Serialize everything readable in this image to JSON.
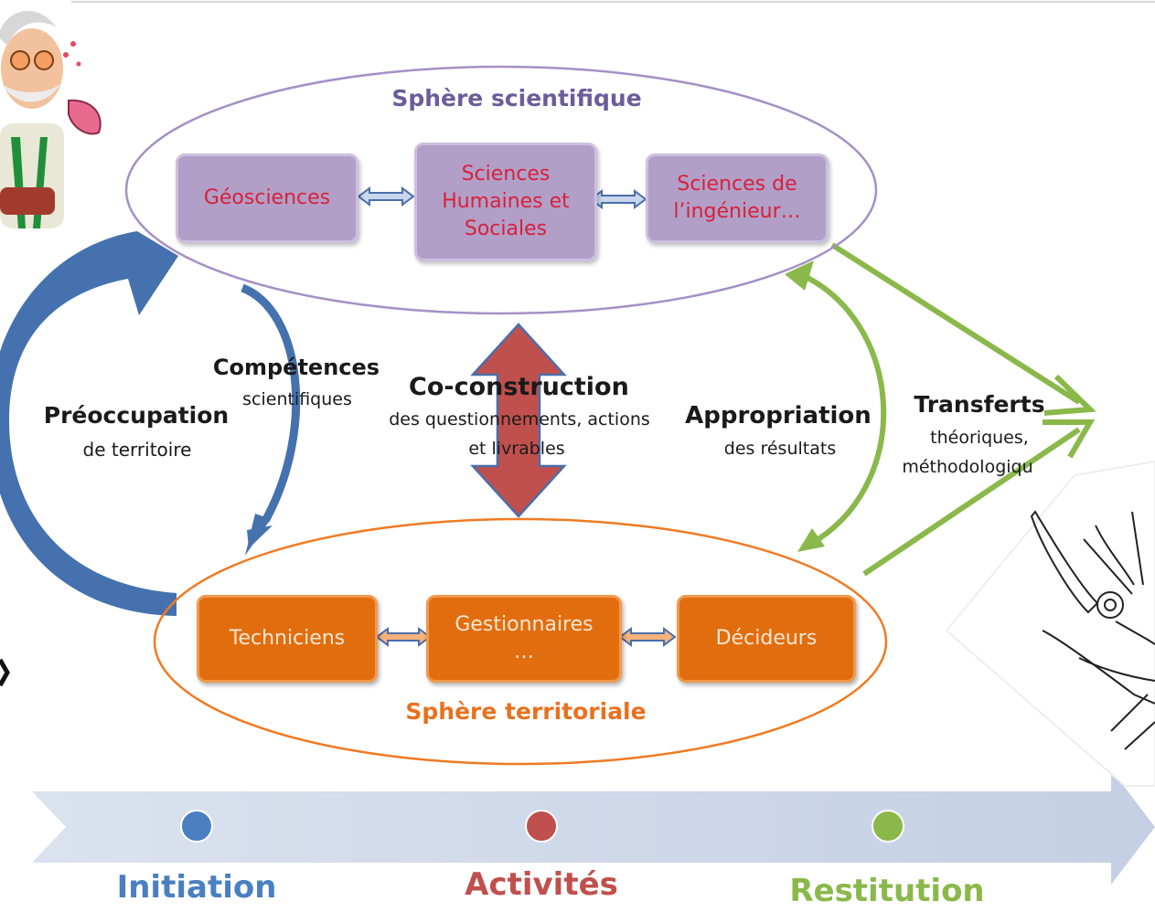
{
  "spheres": {
    "scientific": {
      "title": "Sphère scientifique",
      "boxes": [
        "Géosciences",
        "Sciences\nHumaines et\nSociales",
        "Sciences de\nl’ingénieur…"
      ]
    },
    "territorial": {
      "title": "Sphère territoriale",
      "boxes": [
        "Techniciens",
        "Gestionnaires\n…",
        "Décideurs"
      ]
    }
  },
  "labels": {
    "preoccupation": {
      "title": "Préoccupation",
      "sub": "de territoire"
    },
    "competences": {
      "title": "Compétences",
      "sub": "scientifiques"
    },
    "coconstruction": {
      "title": "Co-construction",
      "sub1": "des questionnements, actions",
      "sub2": "et  livrables"
    },
    "appropriation": {
      "title": "Appropriation",
      "sub": "des résultats"
    },
    "transferts": {
      "title": "Transferts",
      "sub1": "théoriques,",
      "sub2": "méthodologiqu"
    }
  },
  "timeline": {
    "phases": [
      {
        "label": "Initiation",
        "color": "#4a7fc1"
      },
      {
        "label": "Activités",
        "color": "#c0504d"
      },
      {
        "label": "Restitution",
        "color": "#8ab84a"
      }
    ]
  },
  "colors": {
    "scientific_accent": "#a58fc6",
    "territorial_accent": "#f07a22",
    "loop_arrow": "#4572ae",
    "coconstruction_arrow": "#c0504d",
    "transfer_arrow": "#8ab84a",
    "timeline_band": "#cdd6e8"
  },
  "illustrations": [
    "scientist-cartoon",
    "swiss-army-knife-sketch"
  ]
}
